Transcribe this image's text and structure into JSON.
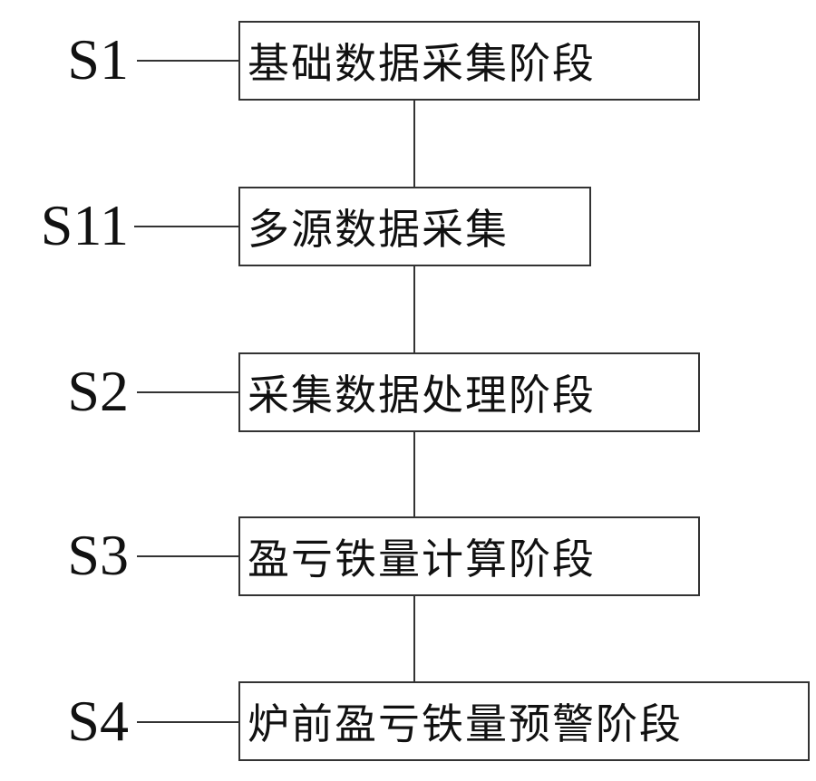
{
  "steps": [
    {
      "id": "S1",
      "text": "基础数据采集阶段"
    },
    {
      "id": "S11",
      "text": "多源数据采集"
    },
    {
      "id": "S2",
      "text": "采集数据处理阶段"
    },
    {
      "id": "S3",
      "text": "盈亏铁量计算阶段"
    },
    {
      "id": "S4",
      "text": "炉前盈亏铁量预警阶段"
    }
  ]
}
